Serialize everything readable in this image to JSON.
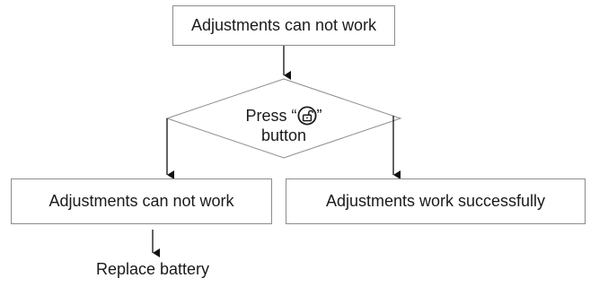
{
  "flowchart": {
    "start_box": "Adjustments can not work",
    "decision": {
      "line1_prefix": "Press “",
      "icon": "unlock-icon",
      "line1_suffix": "”",
      "line2": "button"
    },
    "branch_left_box": "Adjustments can not work",
    "branch_right_box": "Adjustments work successfully",
    "end_label": "Replace battery"
  },
  "colors": {
    "box_border": "#8c8c8c",
    "connector": "#111111",
    "text": "#1a1a1a"
  }
}
